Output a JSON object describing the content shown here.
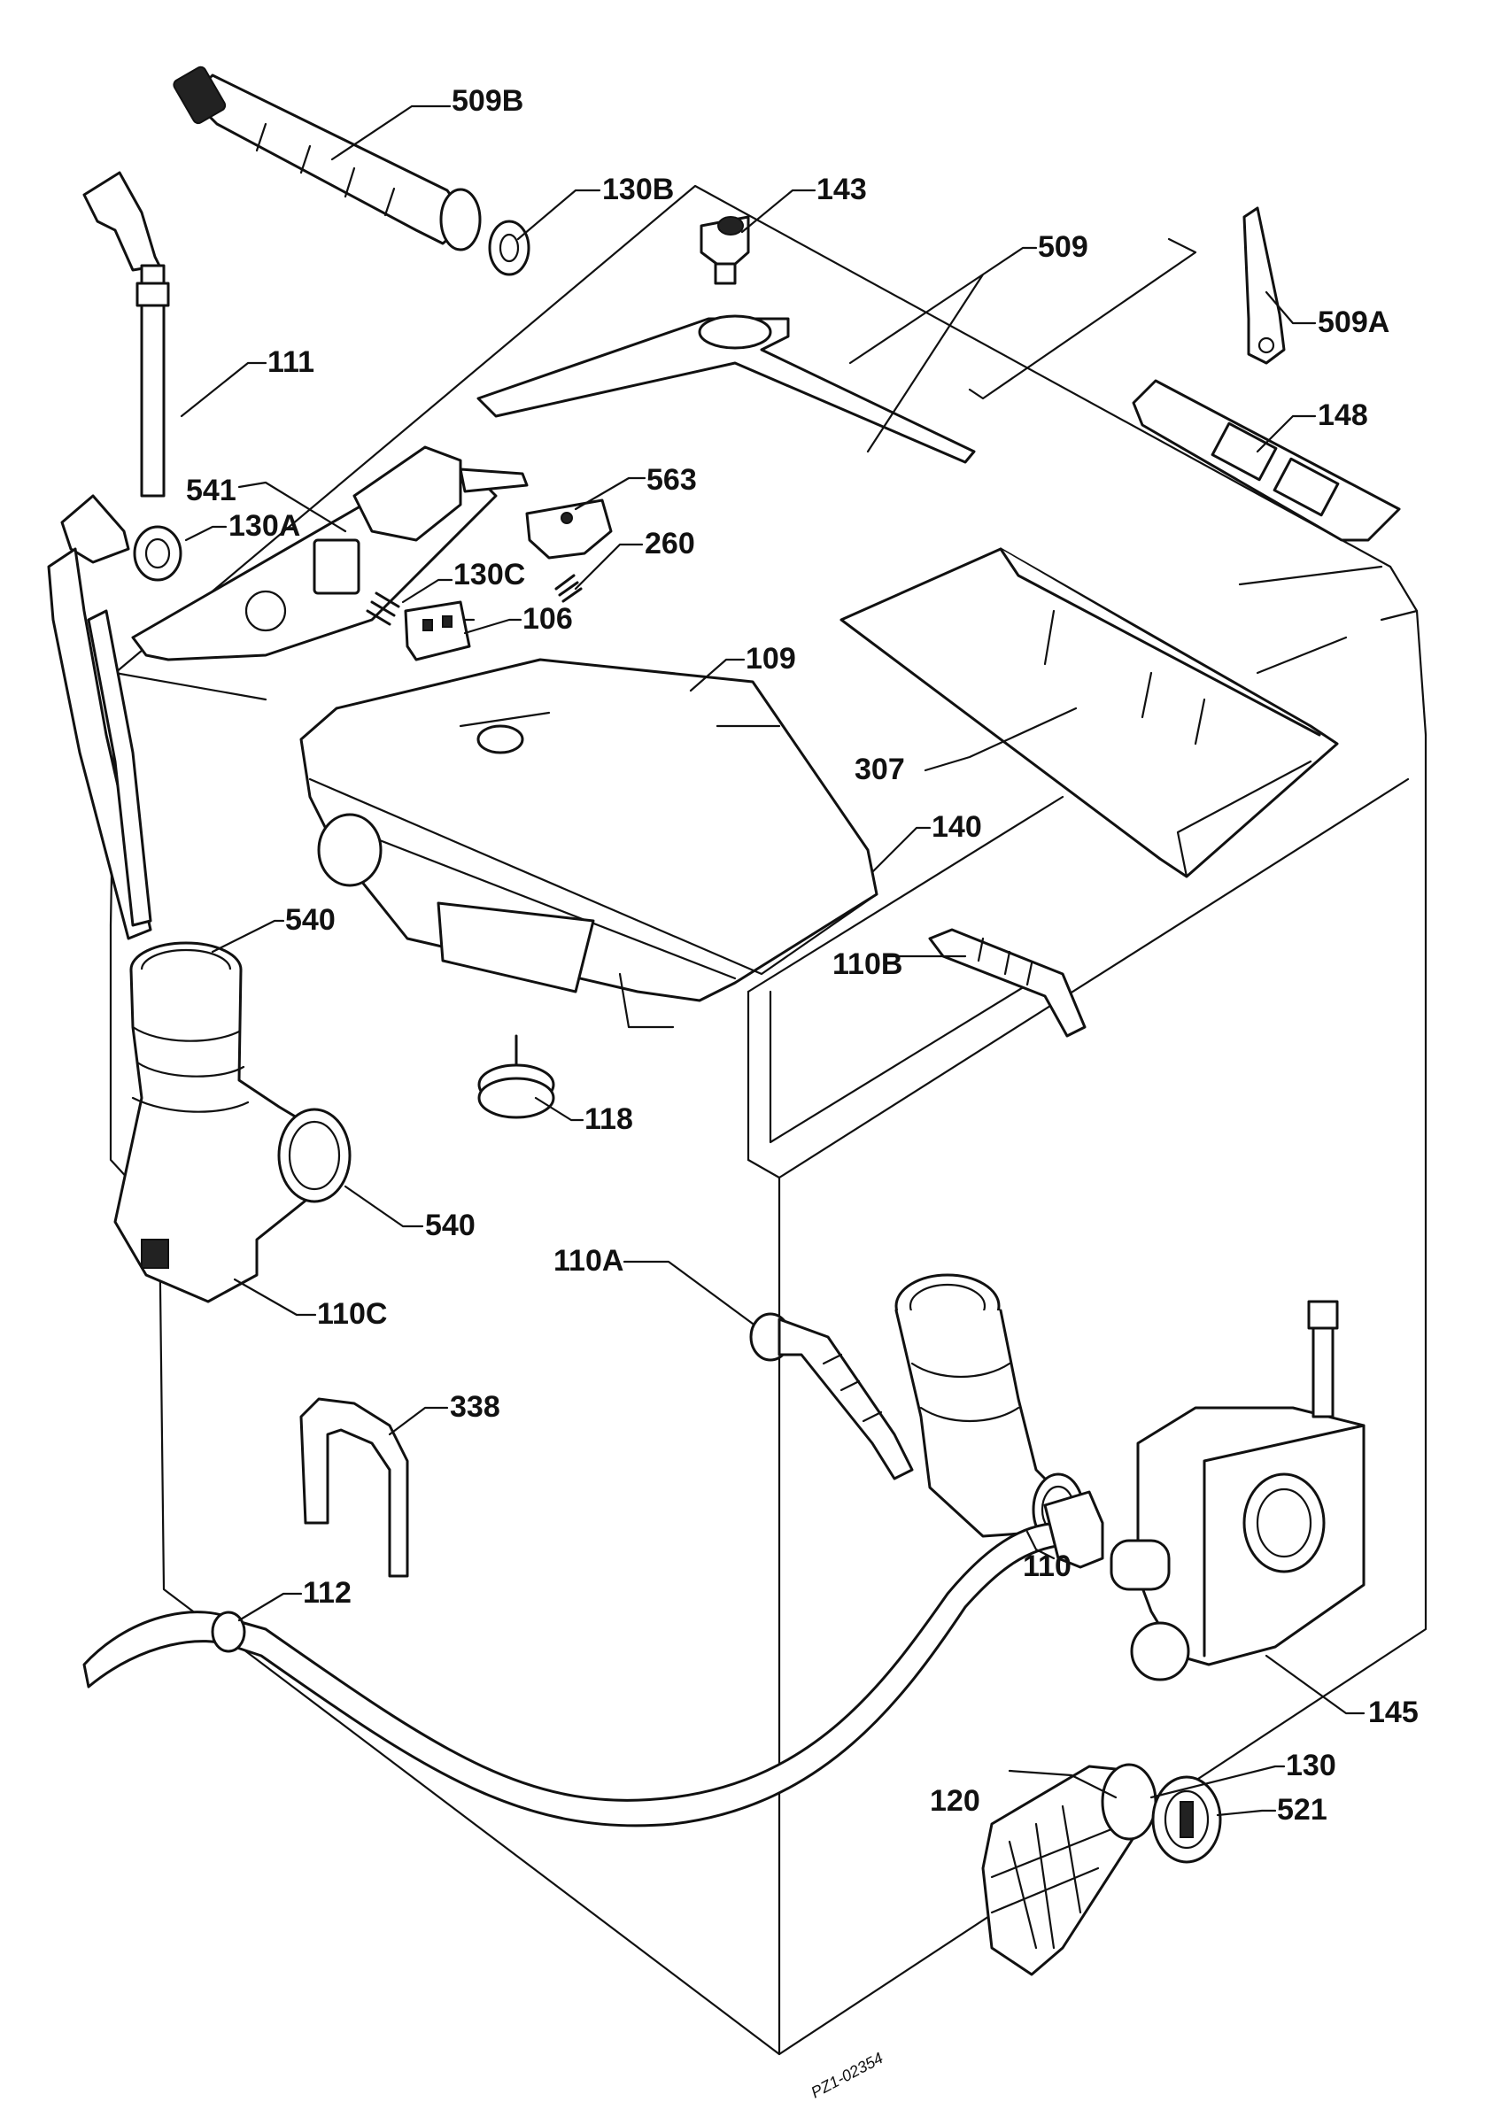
{
  "labels": {
    "l509B": "509B",
    "l130B": "130B",
    "l143": "143",
    "l509": "509",
    "l509A": "509A",
    "l111": "111",
    "l148": "148",
    "l541": "541",
    "l130A": "130A",
    "l563": "563",
    "l260": "260",
    "l130C": "130C",
    "l106": "106",
    "l109": "109",
    "l307": "307",
    "l140": "140",
    "l540top": "540",
    "l110B": "110B",
    "l118": "118",
    "l540bot": "540",
    "l110C": "110C",
    "l110A": "110A",
    "l338": "338",
    "l110": "110",
    "l112": "112",
    "l145": "145",
    "l130": "130",
    "l120": "120",
    "l521": "521"
  },
  "reference_code": "PZ1-02354"
}
